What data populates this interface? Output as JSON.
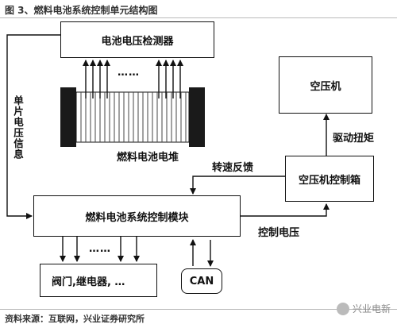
{
  "header": {
    "title": "图 3、燃料电池系统控制单元结构图"
  },
  "nodes": {
    "detector": "电池电压检测器",
    "stack_label": "燃料电池电堆",
    "dots_top": "……",
    "compressor": "空压机",
    "controller_box": "空压机控制箱",
    "main_module": "燃料电池系统控制模块",
    "valves": "阀门,继电器, …",
    "can": "CAN",
    "dots_bottom": "……"
  },
  "labels": {
    "cell_voltage_info": "单片电压信息",
    "drive_torque": "驱动扭矩",
    "speed_feedback": "转速反馈",
    "control_voltage": "控制电压"
  },
  "footer": {
    "source": "资料来源：互联网，兴业证券研究所"
  },
  "watermark": {
    "text": "兴业电新"
  }
}
